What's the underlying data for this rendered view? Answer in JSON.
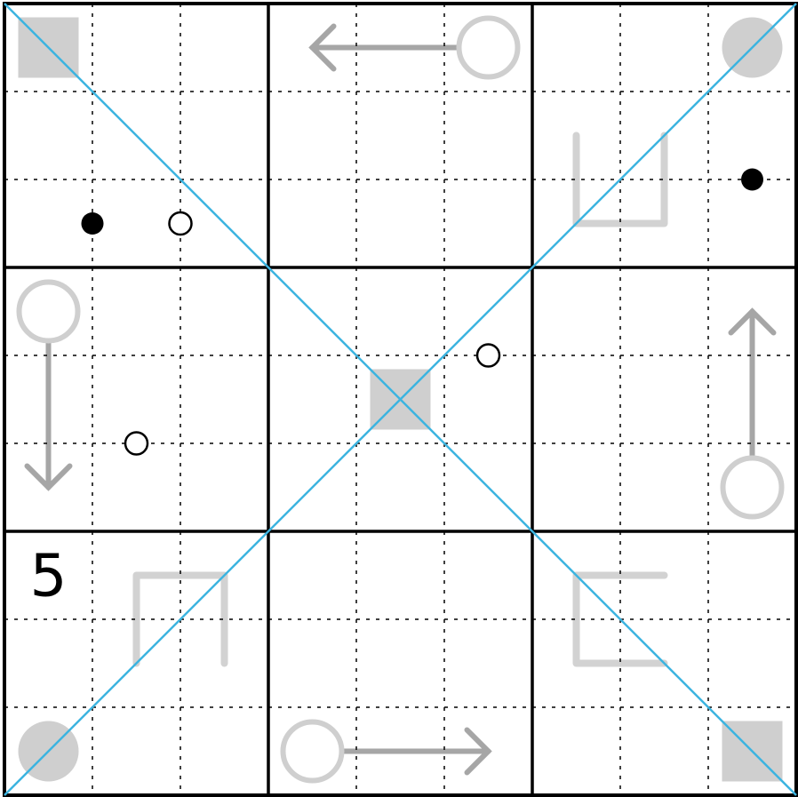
{
  "puzzle": {
    "rows": 9,
    "cols": 9,
    "box_size": 3,
    "diagonals": true,
    "colors": {
      "grid_thin": "#000000",
      "grid_thick": "#000000",
      "diagonal": "#3cb4e0",
      "shape_fill": "#cfcfcf",
      "thermo_bulb": "#cfcfcf",
      "arrow": "#a6a6a6",
      "lines": "#d2d2d2",
      "dot_black": "#000000",
      "dot_white": "#ffffff"
    },
    "givens": [
      {
        "row": 7,
        "col": 1,
        "value": "5"
      }
    ],
    "shape_squares": [
      {
        "row": 1,
        "col": 1
      },
      {
        "row": 5,
        "col": 5
      },
      {
        "row": 9,
        "col": 9
      }
    ],
    "shape_circles": [
      {
        "row": 1,
        "col": 9
      },
      {
        "row": 9,
        "col": 1
      }
    ],
    "arrows": [
      {
        "bulb": [
          1,
          6
        ],
        "path": [
          [
            1,
            6
          ],
          [
            1,
            4
          ]
        ]
      },
      {
        "bulb": [
          4,
          1
        ],
        "path": [
          [
            4,
            1
          ],
          [
            6,
            1
          ]
        ]
      },
      {
        "bulb": [
          6,
          9
        ],
        "path": [
          [
            6,
            9
          ],
          [
            4,
            9
          ]
        ]
      },
      {
        "bulb": [
          9,
          4
        ],
        "path": [
          [
            9,
            4
          ],
          [
            9,
            6
          ]
        ]
      }
    ],
    "polylines": [
      {
        "cells": [
          [
            2,
            7
          ],
          [
            3,
            7
          ],
          [
            3,
            8
          ],
          [
            2,
            8
          ]
        ]
      },
      {
        "cells": [
          [
            8,
            2
          ],
          [
            7,
            2
          ],
          [
            7,
            3
          ],
          [
            8,
            3
          ]
        ]
      },
      {
        "cells": [
          [
            7,
            8
          ],
          [
            7,
            7
          ],
          [
            8,
            7
          ],
          [
            8,
            8
          ]
        ]
      }
    ],
    "dots_black": [
      {
        "between": [
          [
            3,
            1
          ],
          [
            3,
            2
          ]
        ]
      },
      {
        "between": [
          [
            3,
            2
          ],
          [
            3,
            3
          ]
        ]
      },
      {
        "between": [
          [
            2,
            9
          ],
          [
            3,
            9
          ]
        ]
      }
    ],
    "dots_white": [
      {
        "corner": [
          3,
          2
        ]
      },
      {
        "between": [
          [
            4,
            6
          ],
          [
            5,
            6
          ]
        ]
      },
      {
        "between": [
          [
            5,
            2
          ],
          [
            6,
            2
          ]
        ]
      }
    ]
  }
}
